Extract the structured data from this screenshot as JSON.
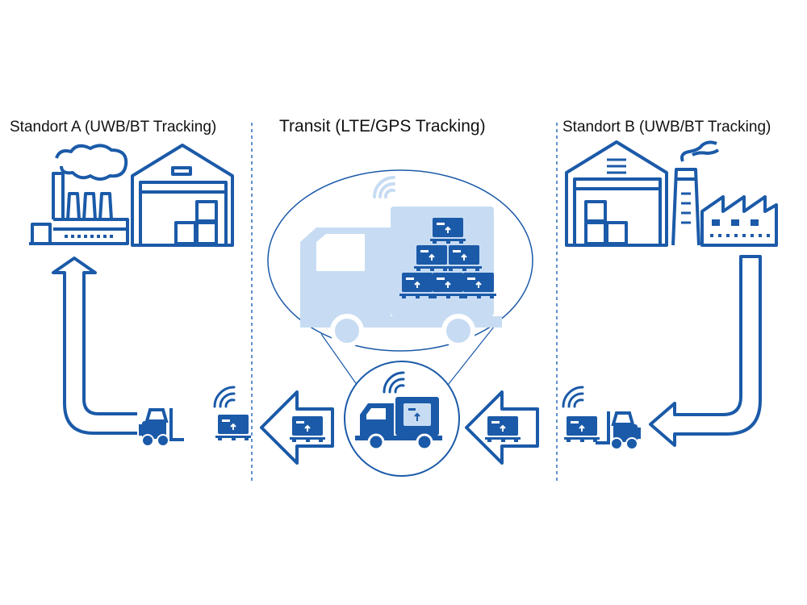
{
  "zones": [
    {
      "id": "a",
      "title": "Standort A (UWB/BT Tracking)"
    },
    {
      "id": "transit",
      "title": "Transit (LTE/GPS Tracking)"
    },
    {
      "id": "b",
      "title": "Standort B (UWB/BT Tracking)"
    }
  ],
  "colors": {
    "primary": "#1b5aa8",
    "light": "#c7dcf3",
    "divider": "#2f6cb8",
    "text": "#111111"
  },
  "icons": [
    "factory-icon",
    "warehouse-icon",
    "truck-icon",
    "forklift-icon",
    "package-icon",
    "wireless-signal-icon",
    "flow-arrow-icon"
  ]
}
